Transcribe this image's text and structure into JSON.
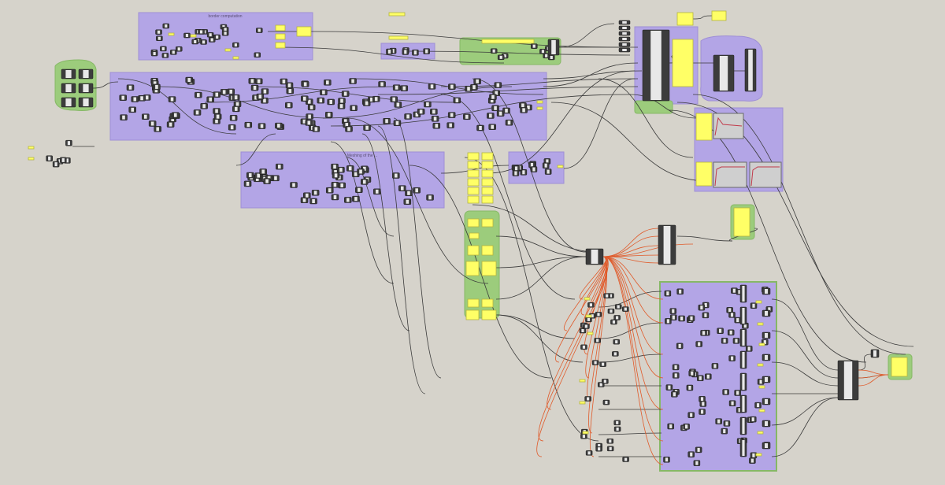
{
  "canvas": {
    "background": "#d6d3cb",
    "group_colors": {
      "purple": "#b3a5e6",
      "purple_border": "#9f8fd6",
      "green": "#9ccc7c",
      "green_border": "#86b866"
    },
    "component_colors": {
      "body": "#3c3c3c",
      "panel": "#ffff66",
      "panel_border": "#b5b540"
    },
    "wire_colors": {
      "default": "#3a3a3a",
      "highlight": "#e05a2a"
    }
  },
  "groups": [
    {
      "id": "border-computation",
      "title": "border computation"
    },
    {
      "id": "meshing",
      "title": "Meshing of the ..."
    }
  ]
}
